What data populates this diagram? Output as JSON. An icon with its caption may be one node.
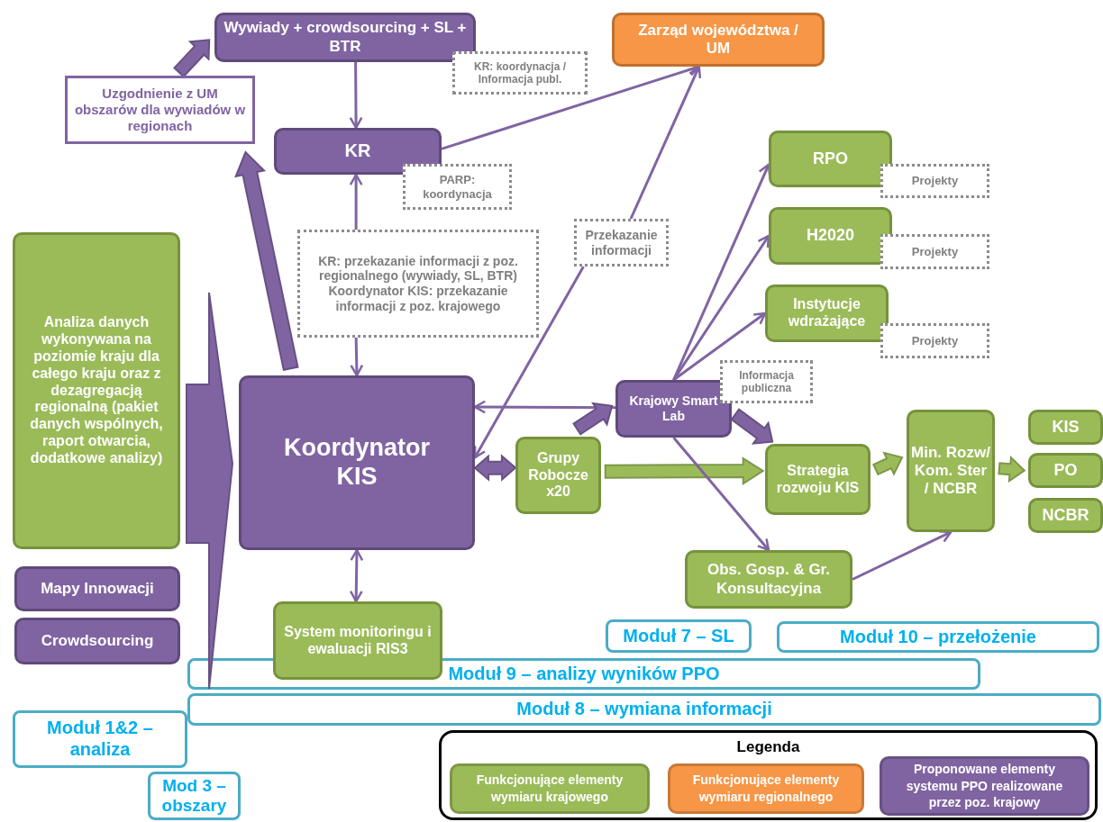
{
  "diagram": {
    "nodes": [
      {
        "text": [
          "Wywiady + crowdsourcing + SL + BTR"
        ]
      },
      {
        "text": [
          "Zarząd województwa / UM"
        ]
      },
      {
        "text": [
          "Uzgodnienie z UM obszarów dla wywiadów w regionach"
        ]
      },
      {
        "text": [
          "KR: koordynacja / Informacja publ."
        ]
      },
      {
        "text": [
          "KR"
        ]
      },
      {
        "text": [
          "PARP: koordynacja"
        ]
      },
      {
        "text": [
          "RPO"
        ]
      },
      {
        "text": [
          "Projekty"
        ]
      },
      {
        "text": [
          "H2020"
        ]
      },
      {
        "text": [
          "Projekty"
        ]
      },
      {
        "text": [
          "Analiza danych wykonywana na poziomie kraju dla całego kraju oraz z dezagregacją regionalną (pakiet danych wspólnych, raport otwarcia, dodatkowe analizy)"
        ]
      },
      {
        "text": [
          "Instytucje wdrażające"
        ]
      },
      {
        "text": [
          "Projekty"
        ]
      },
      {
        "text": [
          "Informacja publiczna"
        ]
      },
      {
        "text": [
          "Koordynator KIS"
        ]
      },
      {
        "text": [
          "Krajowy Smart Lab"
        ]
      },
      {
        "text": [
          "Grupy Robocze x20"
        ]
      },
      {
        "text": [
          "Strategia rozwoju KIS"
        ]
      },
      {
        "text": [
          "Min. Rozw/ Kom. Ster / NCBR"
        ]
      },
      {
        "text": [
          "KIS"
        ]
      },
      {
        "text": [
          "PO"
        ]
      },
      {
        "text": [
          "NCBR"
        ]
      },
      {
        "text": [
          "Obs. Gosp. & Gr. Konsultacyjna"
        ]
      },
      {
        "text": [
          "Mapy Innowacji"
        ]
      },
      {
        "text": [
          "Crowdsourcing"
        ]
      },
      {
        "text": [
          "System monitoringu i ewaluacji RIS3"
        ]
      },
      {
        "text": [
          "Moduł 7 – SL"
        ]
      },
      {
        "text": [
          "Moduł 10 – przełożenie"
        ]
      },
      {
        "text": [
          "Moduł 9 – analizy wyników PPO"
        ]
      },
      {
        "text": [
          "Moduł 8 – wymiana informacji"
        ]
      },
      {
        "text": [
          "Moduł 1&2 – analiza"
        ]
      },
      {
        "text": [
          "Mod 3 – obszary"
        ]
      },
      {
        "text": [
          "KR: przekazanie informacji z poz. regionalnego (wywiady, SL, BTR) Koordynator KIS: przekazanie informacji z poz. krajowego"
        ]
      },
      {
        "text": [
          "Przekazanie informacji"
        ]
      }
    ],
    "edges": [
      {
        "from": 0,
        "to": 4,
        "arrow": "to"
      },
      {
        "from": 4,
        "to": 1,
        "arrow": "to"
      },
      {
        "from": 32,
        "to": 4,
        "arrow": "to"
      },
      {
        "from": 33,
        "to": 1,
        "arrow": "to"
      },
      {
        "from": 14,
        "to": 2,
        "arrow": "to",
        "style": "thick"
      },
      {
        "from": 2,
        "to": 0,
        "arrow": "to",
        "style": "thick"
      },
      {
        "from": 10,
        "to": 14,
        "arrow": "to",
        "style": "thick"
      },
      {
        "from": 14,
        "to": 25,
        "arrow": "both"
      },
      {
        "from": 14,
        "to": 16,
        "arrow": "both",
        "style": "thick"
      },
      {
        "from": 15,
        "to": 14,
        "arrow": "to"
      },
      {
        "from": 16,
        "to": 15,
        "arrow": "to",
        "style": "thick"
      },
      {
        "from": 15,
        "to": 17,
        "arrow": "to",
        "style": "thick"
      },
      {
        "from": 16,
        "to": 17,
        "arrow": "to",
        "style": "thick",
        "color": "#9bbb59"
      },
      {
        "from": 15,
        "to": 6,
        "arrow": "to"
      },
      {
        "from": 15,
        "to": 8,
        "arrow": "to"
      },
      {
        "from": 15,
        "to": 11,
        "arrow": "to"
      },
      {
        "from": 15,
        "to": 22,
        "arrow": "to"
      },
      {
        "from": 22,
        "to": 18,
        "arrow": "to"
      },
      {
        "from": 17,
        "to": 18,
        "arrow": "to",
        "style": "thick",
        "color": "#9bbb59"
      },
      {
        "from": 18,
        "to": 20,
        "arrow": "to",
        "style": "thick",
        "color": "#9bbb59"
      },
      {
        "from": 32,
        "to": 14,
        "arrow": "to"
      },
      {
        "from": 33,
        "to": 14,
        "arrow": "to"
      }
    ],
    "labels": [
      "Legenda"
    ],
    "legend": [
      {
        "text": "Funkcjonujące elementy wymiaru krajowego",
        "color": "#9bbb59"
      },
      {
        "text": "Funkcjonujące elementy wymiaru regionalnego",
        "color": "#f79646"
      },
      {
        "text": "Proponowane elementy systemu PPO realizowane przez poz. krajowy",
        "color": "#8064a2"
      }
    ]
  }
}
